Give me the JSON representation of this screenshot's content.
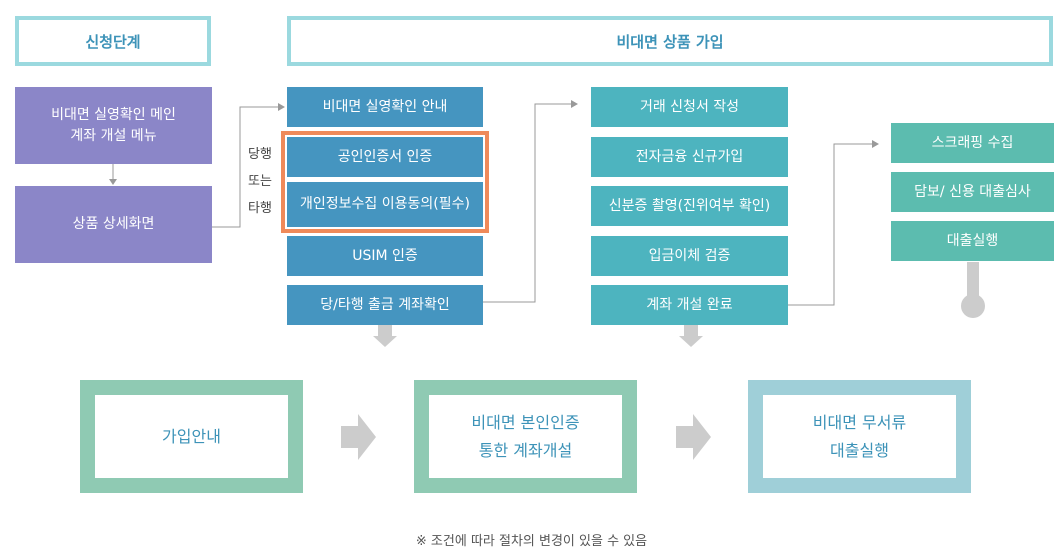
{
  "headers": {
    "stage": "신청단계",
    "nonface": "비대면 상품 가입"
  },
  "left": {
    "menu_line1": "비대면 실영확인 메인",
    "menu_line2": "계좌 개설 메뉴",
    "detail": "상품 상세화면"
  },
  "bank_choice": {
    "line1": "당행",
    "line2": "또는",
    "line3": "타행"
  },
  "col1": {
    "item1": "비대면 실영확인 안내",
    "item2": "공인인증서 인증",
    "item3": "개인정보수집 이용동의(필수)",
    "item4": "USIM 인증",
    "item5": "당/타행 출금 계좌확인"
  },
  "col2": {
    "item1": "거래 신청서 작성",
    "item2": "전자금융 신규가입",
    "item3": "신분증 촬영(진위여부 확인)",
    "item4": "입금이체 검증",
    "item5": "계좌 개설 완료"
  },
  "col3": {
    "item1": "스크래핑 수집",
    "item2": "담보/ 신용 대출심사",
    "item3": "대출실행"
  },
  "summary": {
    "step1": "가입안내",
    "step2_line1": "비대면 본인인증",
    "step2_line2": "통한 계좌개설",
    "step3_line1": "비대면 무서류",
    "step3_line2": "대출실행"
  },
  "footnote": "※ 조건에 따라 절차의 변경이 있을 수 있음",
  "colors": {
    "purple": "#8b86c8",
    "blue": "#4595c0",
    "teal": "#4db4bf",
    "green": "#5cbcaf",
    "highlight": "#ef8a5a",
    "header_border": "#9bd9df"
  }
}
